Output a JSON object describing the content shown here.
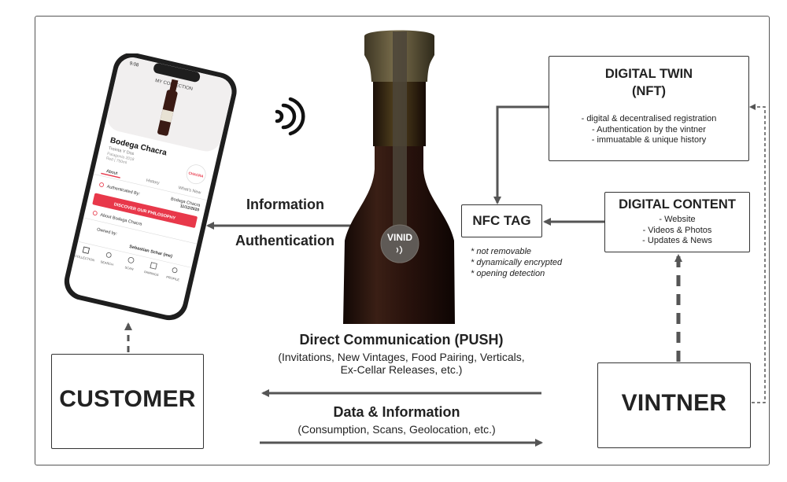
{
  "nodes": {
    "digital_twin": {
      "title_line1": "DIGITAL TWIN",
      "title_line2": "(NFT)",
      "items": [
        "- digital & decentralised registration",
        "- Authentication by the vintner",
        "- immuatable & unique history"
      ]
    },
    "digital_content": {
      "title": "DIGITAL CONTENT",
      "items": [
        "- Website",
        "- Videos & Photos",
        "- Updates & News"
      ]
    },
    "nfc_tag": {
      "title": "NFC TAG",
      "notes": [
        "* not removable",
        "* dynamically encrypted",
        "* opening detection"
      ]
    },
    "customer": {
      "title": "CUSTOMER"
    },
    "vintner": {
      "title": "VINTNER"
    }
  },
  "edges": {
    "information": "Information",
    "authentication": "Authentication",
    "push_title": "Direct Communication (PUSH)",
    "push_line1": "(Invitations, New Vintages, Food Pairing, Verticals,",
    "push_line2": "Ex-Cellar Releases, etc.)",
    "data_title": "Data & Information",
    "data_line1": "(Consumption, Scans, Geolocation, etc.)"
  },
  "bottle": {
    "tag_brand": "VINID"
  },
  "phone": {
    "header": "MY COLLECTION",
    "time": "9:08",
    "wine_name": "Bodega Chacra",
    "wine_sub1": "Treinta Y Dos",
    "wine_sub2": "Patagonia 2018",
    "wine_sub3": "Red | 750ml",
    "tab_about": "About",
    "tab_history": "History",
    "tab_whats_new": "What's New",
    "authenticated_by": "Authenticated By:",
    "auth_value": "Bodega Chacra",
    "auth_date": "11/12/2020",
    "cta": "DISCOVER OUR PHILOSOPHY",
    "about": "About Bodega Chacra",
    "owned_by": "Owned by:",
    "owner": "Sebastian Schar (me)",
    "logo": "CHACRA",
    "nav": [
      "COLLECTION",
      "SEARCH",
      "SCAN",
      "PAIRINGS",
      "PROFILE"
    ]
  },
  "colors": {
    "accent": "#e8384a",
    "line": "#555555",
    "bottle": "#2b1410",
    "capsule": "#5e5438"
  }
}
